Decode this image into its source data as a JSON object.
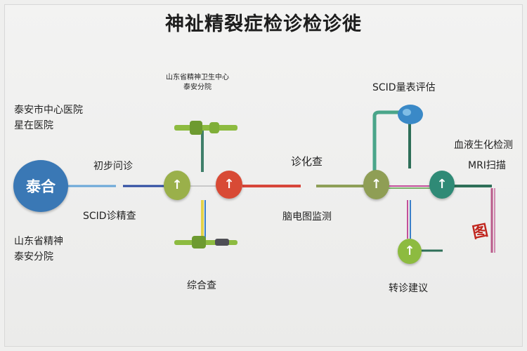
{
  "title": "神祉精裂症检诊检诊徙",
  "hospital_node": {
    "text": "泰合",
    "color": "#3a78b5"
  },
  "hospital_top": {
    "line1": "泰安市中心医院",
    "line2": "星在医院"
  },
  "hospital_bottom": {
    "line1": "山东省精神",
    "line2": "泰安分院"
  },
  "center_top": {
    "line1": "山东省精神卫生中心",
    "line2": "泰安分院"
  },
  "labels": {
    "initial_visit": "初步问诊",
    "scid_exam": "SCID诊精查",
    "lab_test": "诊化查",
    "eeg": "脑电图监测",
    "scid_assessment": "SCID量表评估",
    "blood_test": "血液生化检测",
    "mri": "MRI扫描",
    "comprehensive": "综合查",
    "referral": "转诊建议"
  },
  "icons": {
    "arrow": "↑",
    "seal": "图"
  },
  "colors": {
    "node_green": "#9ab04a",
    "node_red": "#d84a35",
    "node_olive": "#8f9e55",
    "node_teal": "#2f8a76",
    "node_lime": "#8dbb40",
    "line_blue": "#2b4aa0",
    "line_red": "#d7463a",
    "line_green": "#8e9f57"
  }
}
